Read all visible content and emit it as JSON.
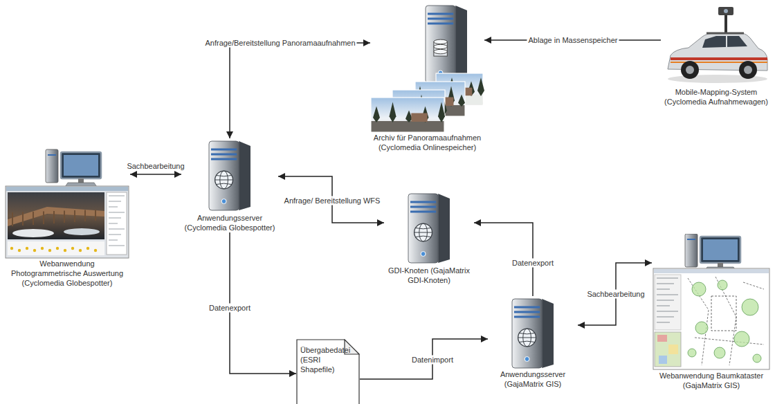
{
  "diagram": {
    "nodes": [
      {
        "text": [
          "Archiv für Panoramaaufnahmen (Cyclomedia Onlinespeicher)"
        ]
      },
      {
        "text": [
          "Mobile-Mapping-System (Cyclomedia Aufnahmewagen)"
        ]
      },
      {
        "text": [
          "Webanwendung Photogrammetrische Auswertung (Cyclomedia Globespotter)"
        ]
      },
      {
        "text": [
          "Anwendungsserver (Cyclomedia Globespotter)"
        ]
      },
      {
        "text": [
          "GDI-Knoten (GajaMatrix GDI-Knoten)"
        ]
      },
      {
        "text": [
          "Webanwendung Baumkataster (GajaMatrix GIS)"
        ]
      },
      {
        "text": [
          "Übergabedatei (ESRI Shapefile)"
        ]
      },
      {
        "text": [
          "Anwendungsserver (GajaMatrix GIS)"
        ]
      }
    ],
    "edges": [
      {
        "from": 3,
        "to": 0,
        "arrow": "both",
        "label": "Anfrage/Bereitstellung Panoramaaufnahmen"
      },
      {
        "from": 1,
        "to": 0,
        "arrow": "to",
        "label": "Ablage in Massenspeicher"
      },
      {
        "from": 2,
        "to": 3,
        "arrow": "both",
        "label": "Sachbearbeitung"
      },
      {
        "from": 3,
        "to": 4,
        "arrow": "both",
        "label": "Anfrage/ Bereitstellung WFS"
      },
      {
        "from": 7,
        "to": 4,
        "arrow": "to",
        "label": "Datenexport"
      },
      {
        "from": 3,
        "to": 6,
        "arrow": "to",
        "label": "Datenexport"
      },
      {
        "from": 6,
        "to": 7,
        "arrow": "to",
        "label": "Datenimport"
      },
      {
        "from": 7,
        "to": 5,
        "arrow": "both",
        "label": "Sachbearbeitung"
      }
    ]
  }
}
